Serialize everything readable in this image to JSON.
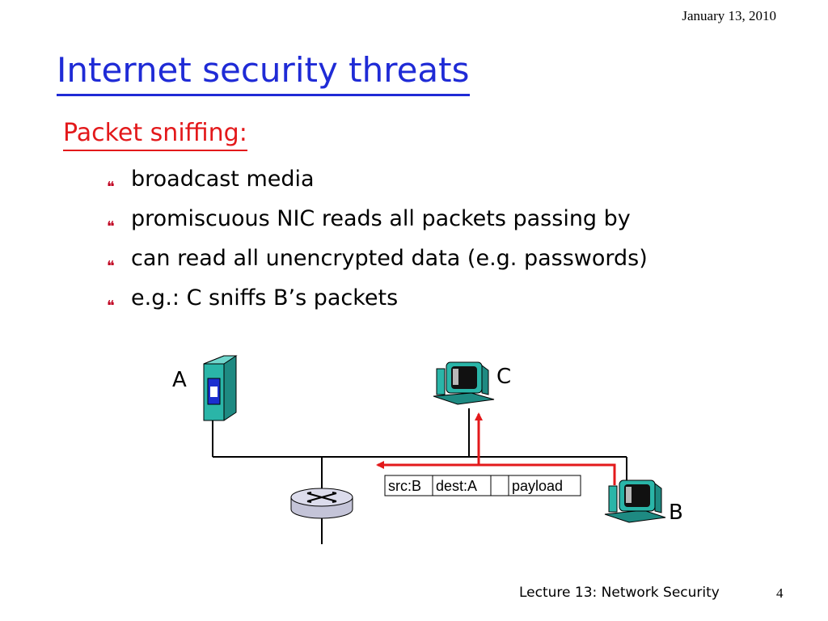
{
  "header": {
    "date": "January 13, 2010"
  },
  "slide": {
    "title": "Internet security threats",
    "section": "Packet sniffing:",
    "bullet_glyph": "❝",
    "bullets": [
      "broadcast media",
      "promiscuous NIC reads all packets passing by",
      "can read all unencrypted data (e.g. passwords)",
      "e.g.: C sniffs B’s packets"
    ]
  },
  "diagram": {
    "labels": {
      "a": "A",
      "b": "B",
      "c": "C"
    },
    "packet": {
      "src": "src:B",
      "dest": "dest:A",
      "empty": "",
      "payload": "payload"
    }
  },
  "colors": {
    "title": "#1f2bd6",
    "section": "#e3191b",
    "arrow": "#e3191b",
    "server": "#2ab5a8"
  },
  "footer": {
    "lecture": "Lecture 13: Network Security",
    "page": "4"
  }
}
